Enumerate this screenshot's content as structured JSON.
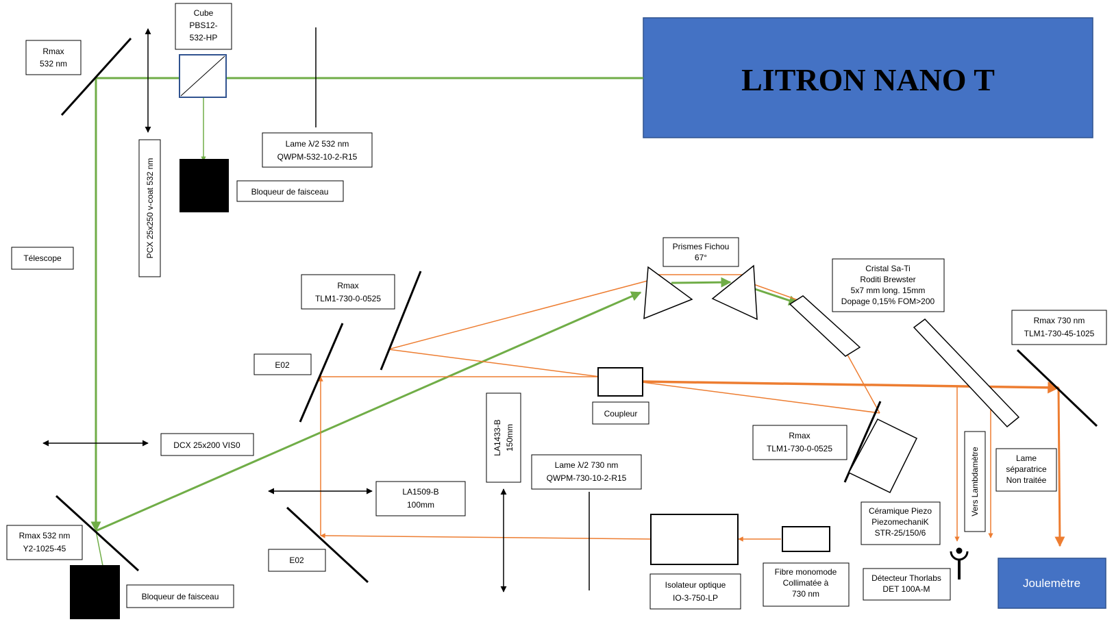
{
  "laser": {
    "name": "LITRON NANO T",
    "color": "#4472c4"
  },
  "colors": {
    "green_beam": "#70ad47",
    "orange_beam": "#ed7d31",
    "laser_box": "#4472c4",
    "joulemeter": "#4472c4"
  },
  "labels": {
    "rmax532_top": [
      "Rmax",
      "532 nm"
    ],
    "cube": [
      "Cube",
      "PBS12-",
      "532-HP"
    ],
    "lame_532": [
      "Lame λ/2 532 nm",
      "QWPM-532-10-2-R15"
    ],
    "bloqueur_top": "Bloqueur de faisceau",
    "pcx": "PCX 25x250 v-coat 532 nm",
    "telescope": "Télescope",
    "prismes": [
      "Prismes Fichou",
      "67°"
    ],
    "cristal": [
      "Cristal Sa-Ti",
      "Roditi Brewster",
      "5x7 mm long. 15mm",
      "Dopage 0,15% FOM>200"
    ],
    "rmax_tlm1_left": [
      "Rmax",
      "TLM1-730-0-0525"
    ],
    "rmax730": [
      "Rmax 730 nm",
      "TLM1-730-45-1025"
    ],
    "e02_top": "E02",
    "coupleur": "Coupleur",
    "la1433": [
      "LA1433-B",
      "150mm"
    ],
    "dcx": "DCX 25x200 VIS0",
    "rmax_tlm1_right": [
      "Rmax",
      "TLM1-730-0-0525"
    ],
    "vers_lambdametre": "Vers Lambdamètre",
    "lame_separatrice": [
      "Lame",
      "séparatrice",
      "Non traitée"
    ],
    "lame_730": [
      "Lame λ/2 730 nm",
      "QWPM-730-10-2-R15"
    ],
    "la1509": [
      "LA1509-B",
      "100mm"
    ],
    "rmax532_bottom": [
      "Rmax 532 nm",
      "Y2-1025-45"
    ],
    "ceramique": [
      "Céramique Piezo",
      "PiezomechaniK",
      "STR-25/150/6"
    ],
    "e02_bottom": "E02",
    "bloqueur_bottom": "Bloqueur de faisceau",
    "isolateur": [
      "Isolateur optique",
      "IO-3-750-LP"
    ],
    "fibre": [
      "Fibre monomode",
      "Collimatée à",
      "730 nm"
    ],
    "detecteur": [
      "Détecteur Thorlabs",
      "DET 100A-M"
    ],
    "joulemetre": "Joulemètre"
  }
}
